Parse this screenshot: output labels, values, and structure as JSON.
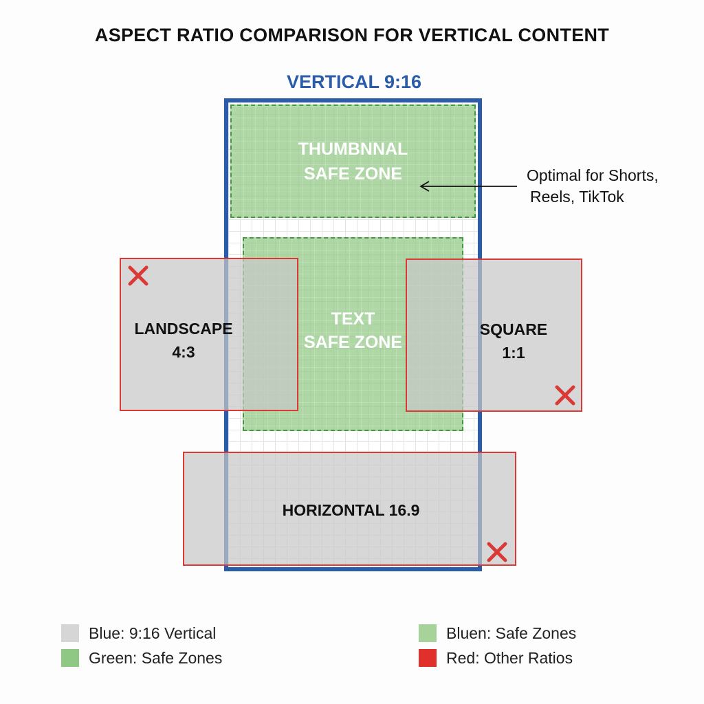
{
  "title": "ASPECT RATIO COMPARISON FOR VERTICAL CONTENT",
  "vertical": {
    "label": "VERTICAL 9:16",
    "color": "#2a5caa"
  },
  "zones": {
    "thumbnail": {
      "line1": "THUMBNNAL",
      "line2": "SAFE ZONE"
    },
    "text": {
      "line1": "TEXT",
      "line2": "SAFE ZONE"
    }
  },
  "ratios": {
    "color": "#d93a35",
    "landscape": {
      "line1": "LANDSCAPE",
      "line2": "4:3",
      "icon": "x-icon"
    },
    "square": {
      "line1": "SQUARE",
      "line2": "1:1",
      "icon": "x-icon"
    },
    "horizontal": {
      "label": "HORIZONTAL 16.9",
      "icon": "x-icon"
    }
  },
  "annotation": {
    "line1": "Optimal for Shorts,",
    "line2": "Reels, TikTok"
  },
  "legend": [
    {
      "label": "Blue: 9:16 Vertical",
      "color": "#d6d6d6"
    },
    {
      "label": "Green: Safe Zones",
      "color": "#8ec884"
    },
    {
      "label": "Bluen: Safe Zones",
      "color": "#a7d39b"
    },
    {
      "label": "Red: Other Ratios",
      "color": "#e0302b"
    }
  ]
}
